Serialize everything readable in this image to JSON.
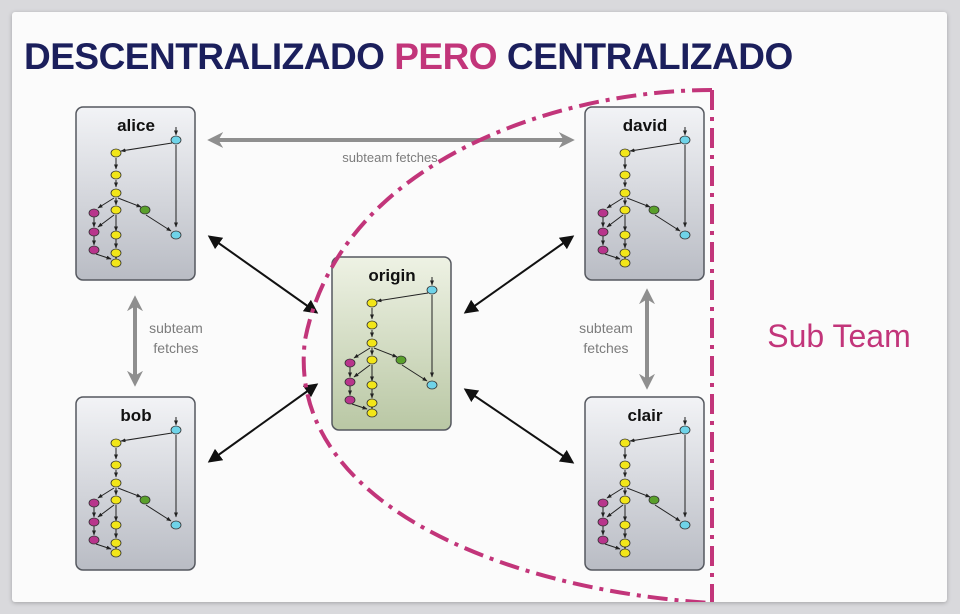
{
  "title": {
    "part1": "DESCENTRALIZADO",
    "part2": "PERO",
    "part3": "CENTRALIZADO"
  },
  "repos": {
    "alice": "alice",
    "david": "david",
    "origin": "origin",
    "bob": "bob",
    "clair": "clair"
  },
  "links": {
    "top": "subteam fetches",
    "left_line1": "subteam",
    "left_line2": "fetches",
    "right_line1": "subteam",
    "right_line2": "fetches"
  },
  "subteam_label": "Sub Team",
  "colors": {
    "title": "#1b1f5c",
    "accent": "#c2357a",
    "commit_yellow": "#f2e619",
    "commit_magenta": "#b8358c",
    "commit_green": "#5aa02c",
    "commit_cyan": "#6fd3e8"
  }
}
